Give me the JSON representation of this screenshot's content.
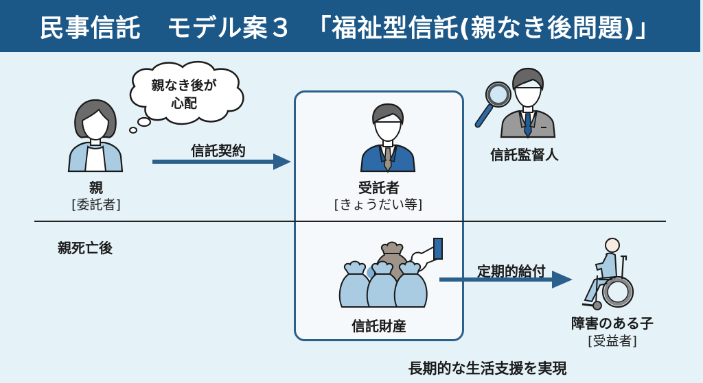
{
  "title": "民事信託　モデル案３　「福祉型信託(親なき後問題)」",
  "colors": {
    "title_bg": "#1b5787",
    "background": "#e5f2f8",
    "arrow": "#2b5f8c",
    "box_border": "#2b5f8c"
  },
  "thought_bubble": {
    "line1": "親なき後が",
    "line2": "心配",
    "icon": "thought-cloud-icon"
  },
  "parent": {
    "name": "親",
    "role": "[委託者]",
    "icon": "woman-person-icon"
  },
  "trust_contract_arrow": {
    "label": "信託契約",
    "icon": "arrow-right-icon"
  },
  "trustee": {
    "name": "受託者",
    "role": "[きょうだい等]",
    "icon": "businessman-person-icon"
  },
  "supervisor": {
    "name": "信託監督人",
    "icon": "inspector-magnifier-icon"
  },
  "after_death_label": "親死亡後",
  "trust_property": {
    "label": "信託財産",
    "icon": "money-bags-icon"
  },
  "payment_arrow": {
    "label": "定期的給付",
    "icon": "arrow-right-icon"
  },
  "beneficiary": {
    "name": "障害のある子",
    "role": "[受益者]",
    "icon": "wheelchair-person-icon"
  },
  "footer": "長期的な生活支援を実現"
}
